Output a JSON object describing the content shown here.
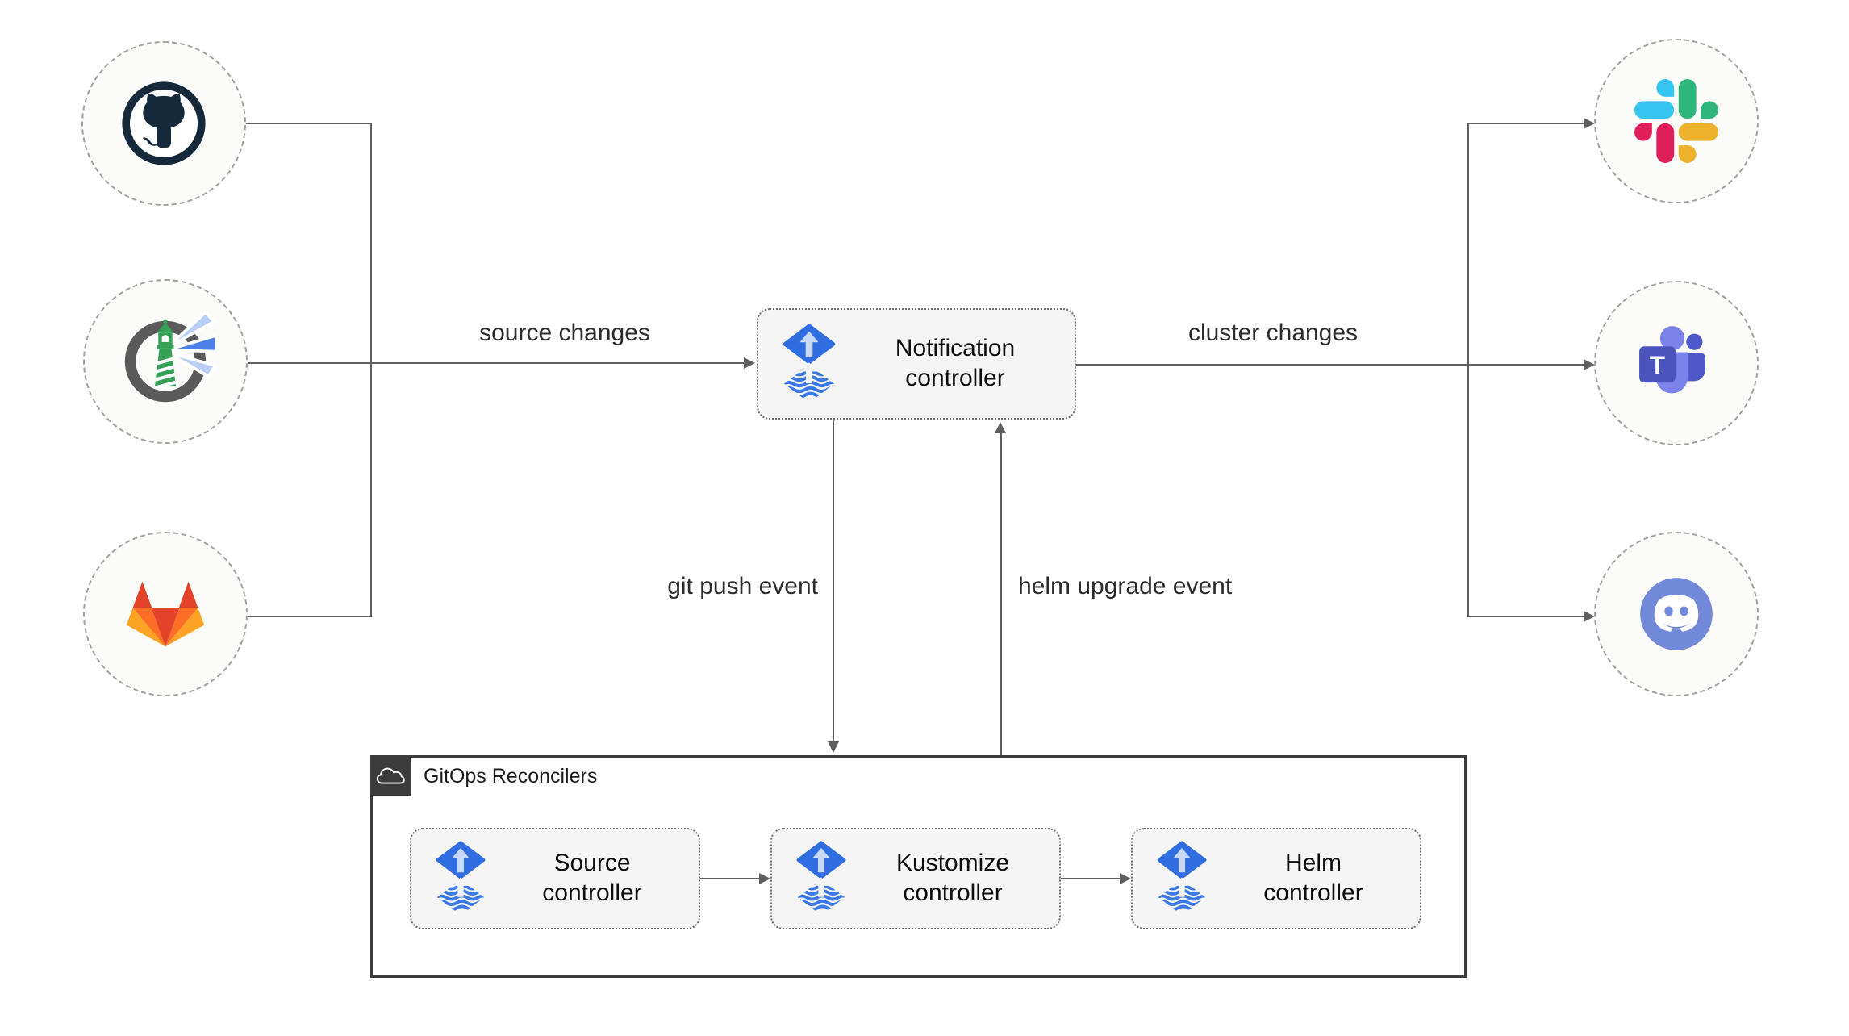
{
  "nodes": {
    "notification": {
      "label": "Notification controller",
      "icon": "flux-icon"
    },
    "source": {
      "label": "Source controller",
      "icon": "flux-icon"
    },
    "kustomize": {
      "label": "Kustomize controller",
      "icon": "flux-icon"
    },
    "helm": {
      "label": "Helm controller",
      "icon": "flux-icon"
    }
  },
  "group": {
    "label": "GitOps Reconcilers",
    "icon": "cloud-icon"
  },
  "edges": {
    "source_changes": {
      "label": "source changes"
    },
    "cluster_changes": {
      "label": "cluster changes"
    },
    "git_push": {
      "label": "git push event"
    },
    "helm_upgrade": {
      "label": "helm upgrade event"
    }
  },
  "endpoints": {
    "left": [
      "github-icon",
      "harbor-icon",
      "gitlab-icon"
    ],
    "right": [
      "slack-icon",
      "teams-icon",
      "discord-icon"
    ]
  },
  "teams_letter": "T",
  "colors": {
    "line": "#5e5e5e",
    "label_text": "#2c2c2c",
    "node_fill": "#f5f5f5",
    "node_border": "#6e6e6e",
    "group_border": "#3c3c3c",
    "circle_fill": "#fbfbf9",
    "circle_border": "#a1a19f",
    "flux_blue": "#2f6de1",
    "flux_wave_blue": "#3a78e8",
    "github_dark": "#16293b",
    "harbor_green": "#34a156",
    "harbor_ring_gray": "#5a5a5a",
    "harbor_beam_blue": "#4c7fe8",
    "gitlab_red": "#e24329",
    "gitlab_orange": "#fc6d26",
    "gitlab_yellow": "#fca326",
    "slack_blue": "#36c5f0",
    "slack_green": "#2eb67d",
    "slack_yellow": "#ecb22e",
    "slack_red": "#e01e5a",
    "teams_purple_light": "#7b83eb",
    "teams_purple_mid": "#5059c9",
    "teams_purple_dark": "#4b53bc",
    "discord_blurple": "#7289da"
  }
}
